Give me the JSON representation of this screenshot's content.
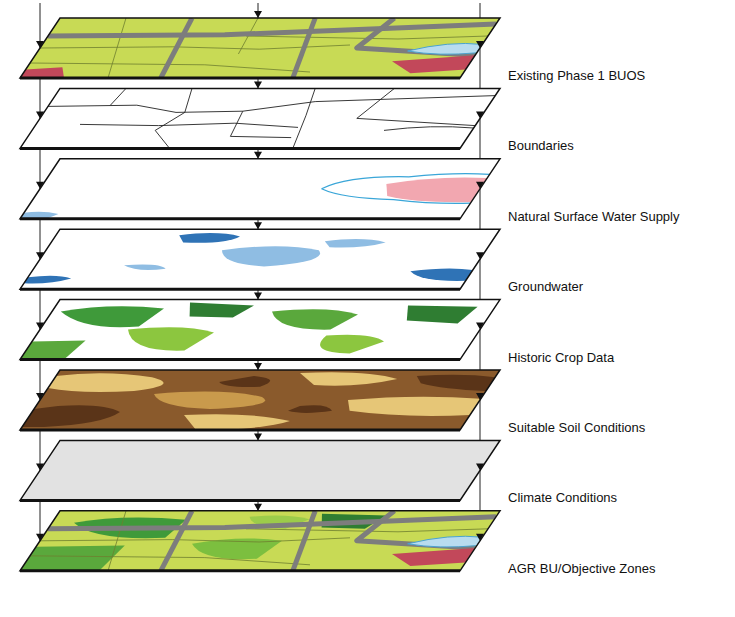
{
  "diagram": {
    "labels": [
      "Existing Phase 1 BUOS",
      "Boundaries",
      "Natural Surface Water Supply",
      "Groundwater",
      "Historic Crop Data",
      "Suitable Soil Conditions",
      "Climate Conditions",
      "AGR BU/Objective Zones"
    ]
  }
}
